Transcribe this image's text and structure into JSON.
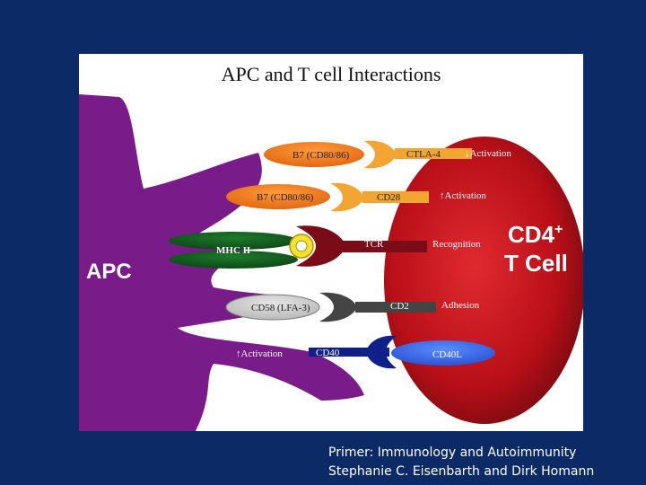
{
  "diagram": {
    "title": "APC and T cell Interactions",
    "cells": {
      "apc": "APC",
      "t_cell_main": "CD4",
      "t_cell_sup": "+",
      "t_cell_sub": "T Cell"
    },
    "rows": [
      {
        "apc_molecule": "B7 (CD80/86)",
        "t_receptor": "CTLA-4",
        "outcome": "Activation",
        "outcome_arrow": "↓",
        "receptor_color": "#f2a531"
      },
      {
        "apc_molecule": "B7 (CD80/86)",
        "t_receptor": "CD28",
        "outcome": "Activation",
        "outcome_arrow": "↑",
        "receptor_color": "#f2a531"
      },
      {
        "apc_molecule": "MHC II",
        "t_receptor": "TCR",
        "outcome": "Recognition",
        "outcome_arrow": "",
        "receptor_color": "#7a0c18"
      },
      {
        "apc_molecule": "CD58 (LFA-3)",
        "t_receptor": "CD2",
        "outcome": "Adhesion",
        "outcome_arrow": "",
        "receptor_color": "#444444"
      },
      {
        "apc_molecule": "CD40",
        "t_receptor": "CD40L",
        "outcome": "Activation",
        "outcome_arrow": "↑",
        "receptor_color": "#10208a"
      }
    ],
    "colors": {
      "apc": "#7a1b8a",
      "t_cell": "#c0101a",
      "b7": "#f07a1a",
      "mhc": "#0f5a1c",
      "peptide": "#f5e52a",
      "cd58": "#cfcfcf",
      "cd40l": "#3b6ee8"
    }
  },
  "citation": {
    "line1": "Primer: Immunology and Autoimmunity",
    "line2": "Stephanie C. Eisenbarth and Dirk Homann"
  }
}
